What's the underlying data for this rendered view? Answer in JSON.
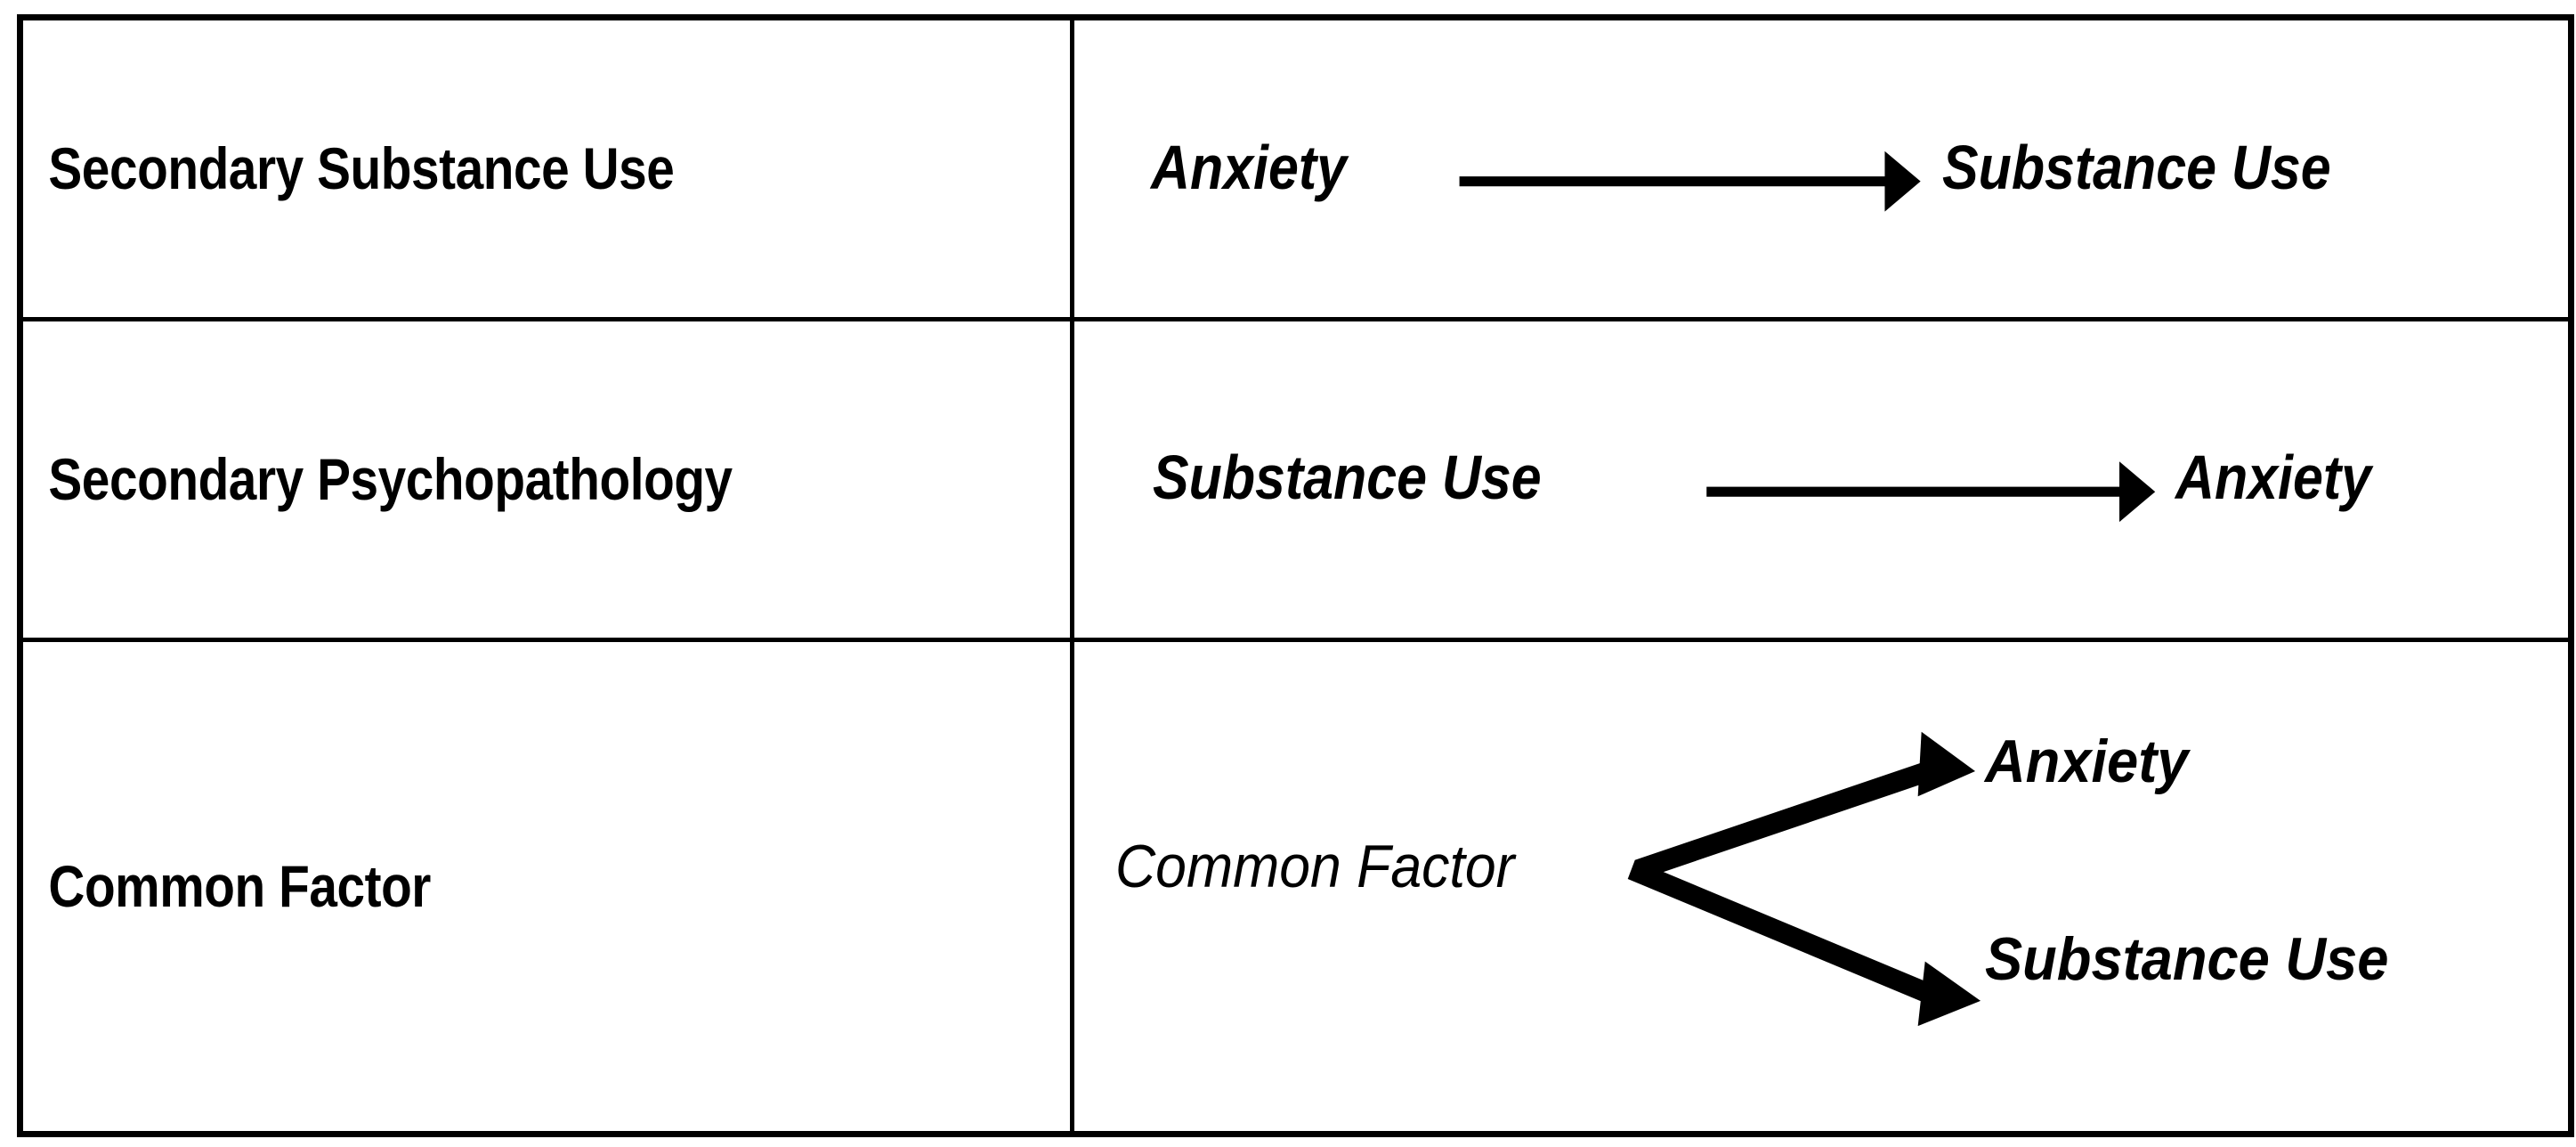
{
  "figure": {
    "type": "diagram-table",
    "description": "Three-row table of models of comorbidity between anxiety and substance use",
    "columns": [
      "model-name",
      "model-diagram"
    ],
    "colors": {
      "border": "#000000",
      "text": "#000000",
      "arrow": "#000000",
      "background": "#ffffff"
    }
  },
  "rows": [
    {
      "name": "Secondary Substance Use",
      "diagram": {
        "kind": "single-arrow",
        "source": "Anxiety",
        "target": "Substance Use",
        "arrow_label": ""
      }
    },
    {
      "name": "Secondary Psychopathology",
      "diagram": {
        "kind": "single-arrow",
        "source": "Substance Use",
        "target": "Anxiety",
        "arrow_label": ""
      }
    },
    {
      "name": "Common Factor",
      "diagram": {
        "kind": "branching-arrows",
        "source": "Common Factor",
        "targets": [
          "Anxiety",
          "Substance Use"
        ],
        "arrow_label": ""
      }
    }
  ]
}
